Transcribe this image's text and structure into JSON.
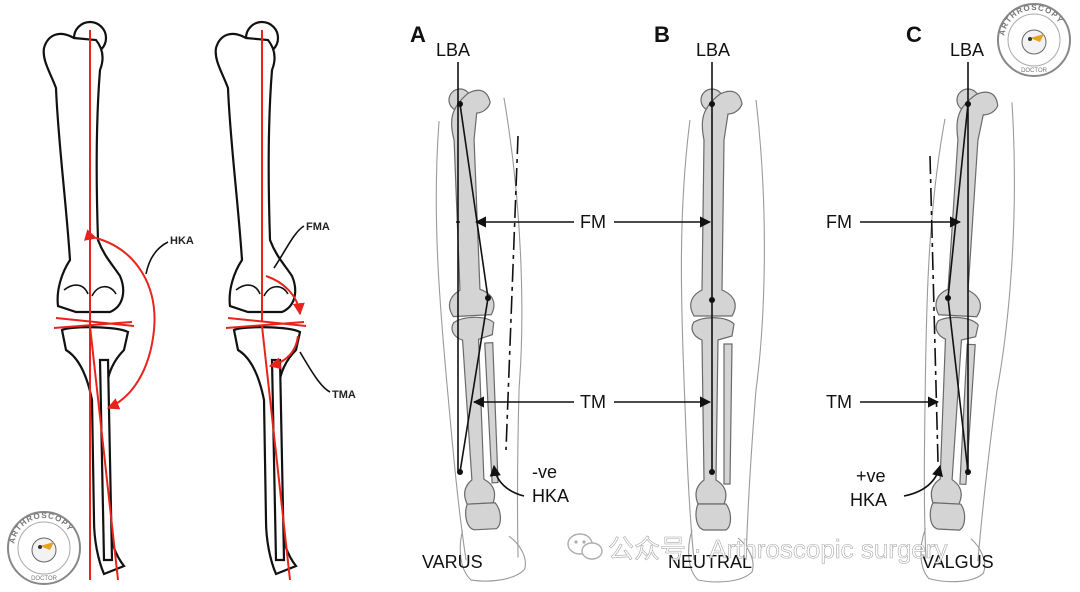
{
  "left_figures": {
    "hka_label": "HKA",
    "fma_label": "FMA",
    "tma_label": "TMA"
  },
  "panels": [
    {
      "letter": "A",
      "lba": "LBA",
      "caption": "VARUS",
      "angle_sign": "-ve",
      "angle_label": "HKA"
    },
    {
      "letter": "B",
      "lba": "LBA",
      "caption": "NEUTRAL"
    },
    {
      "letter": "C",
      "lba": "LBA",
      "caption": "VALGUS",
      "angle_sign": "+ve",
      "angle_label": "HKA"
    }
  ],
  "shared_labels": {
    "fm": "FM",
    "tm": "TM"
  },
  "badge": {
    "ring_text": "ARTHROSCOPY",
    "bottom_text": "DOCTOR"
  },
  "watermark": {
    "text": "公众号 · Arthroscopic surgery"
  },
  "colors": {
    "axis_red": "#e8231c",
    "bone_gray": "#d4d4d4"
  }
}
